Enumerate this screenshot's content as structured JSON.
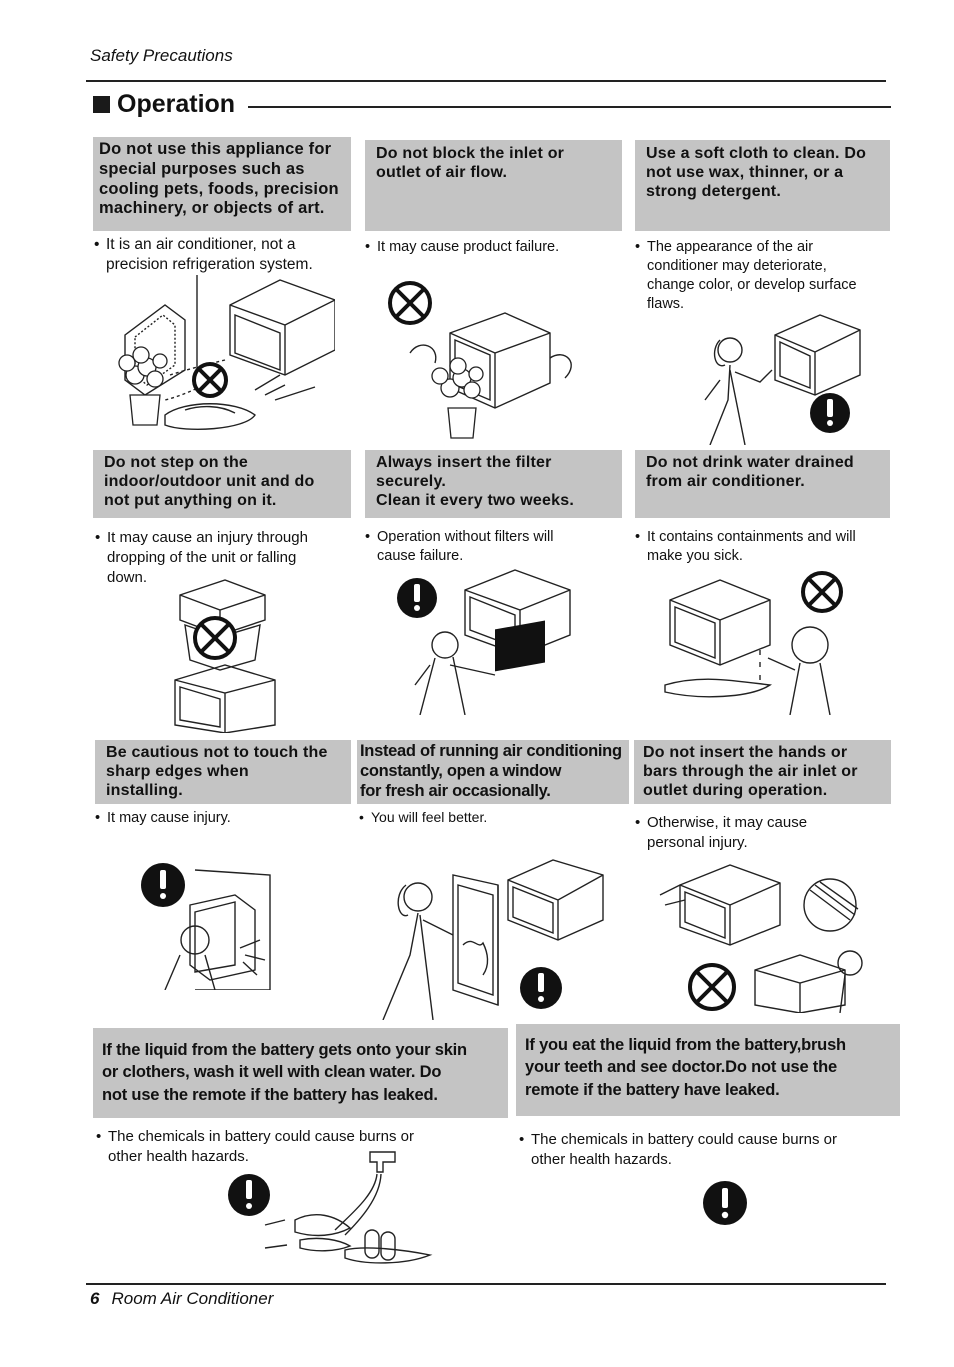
{
  "header": {
    "running_title": "Safety Precautions"
  },
  "section": {
    "title": "Operation"
  },
  "cards": [
    {
      "title": [
        "Do not use this appliance for",
        "special purposes such as",
        "cooling pets, foods, precision",
        "machinery, or objects of art."
      ],
      "note": [
        "It is an air conditioner, not a",
        "precision refrigeration system."
      ]
    },
    {
      "title": [
        "Do not block the inlet or",
        "outlet of  air flow."
      ],
      "note": [
        "It may cause product failure."
      ]
    },
    {
      "title": [
        "Use a soft cloth to clean. Do",
        "not use wax, thinner, or a",
        "strong detergent."
      ],
      "note": [
        "The appearance of the air",
        "conditioner may deteriorate,",
        "change color, or develop surface",
        "flaws."
      ]
    },
    {
      "title": [
        "Do not step on the",
        "indoor/outdoor unit and do",
        "not put anything on it."
      ],
      "note": [
        "It may cause an injury through",
        "dropping of the unit or falling",
        "down."
      ]
    },
    {
      "title": [
        "Always insert the filter",
        "securely.",
        "Clean it every two weeks."
      ],
      "note": [
        "Operation without filters will",
        "cause failure."
      ]
    },
    {
      "title": [
        "Do not drink water drained",
        "from air conditioner."
      ],
      "note": [
        "It contains containments and will",
        "make you sick."
      ]
    },
    {
      "title": [
        "Be cautious not to touch the",
        "sharp edges when",
        "installing."
      ],
      "note": [
        "It may cause injury."
      ]
    },
    {
      "title": [
        "Instead of running air conditioning",
        "constantly, open a window",
        "for fresh air occasionally."
      ],
      "note": [
        "You will feel better."
      ]
    },
    {
      "title": [
        "Do not insert the hands or",
        "bars through the air inlet or",
        "outlet during operation."
      ],
      "note": [
        "Otherwise, it may cause",
        "personal injury."
      ]
    },
    {
      "title": [
        "If the liquid from the battery gets onto your skin",
        "or clothers, wash it well with clean water. Do",
        "not use the remote if the battery has leaked."
      ],
      "note": [
        "The chemicals in battery could cause burns or",
        "other health hazards."
      ]
    },
    {
      "title": [
        "If you eat the liquid from the battery,brush",
        "your teeth and see doctor.Do not use the",
        "remote if the battery have leaked."
      ],
      "note": [
        "The chemicals in battery  could cause burns or",
        "other health hazards."
      ]
    }
  ],
  "icons": {
    "prohibited": "prohibited-circle-x-icon",
    "mandatory": "mandatory-exclamation-icon"
  },
  "footer": {
    "page_number": "6",
    "product": "Room Air Conditioner"
  }
}
